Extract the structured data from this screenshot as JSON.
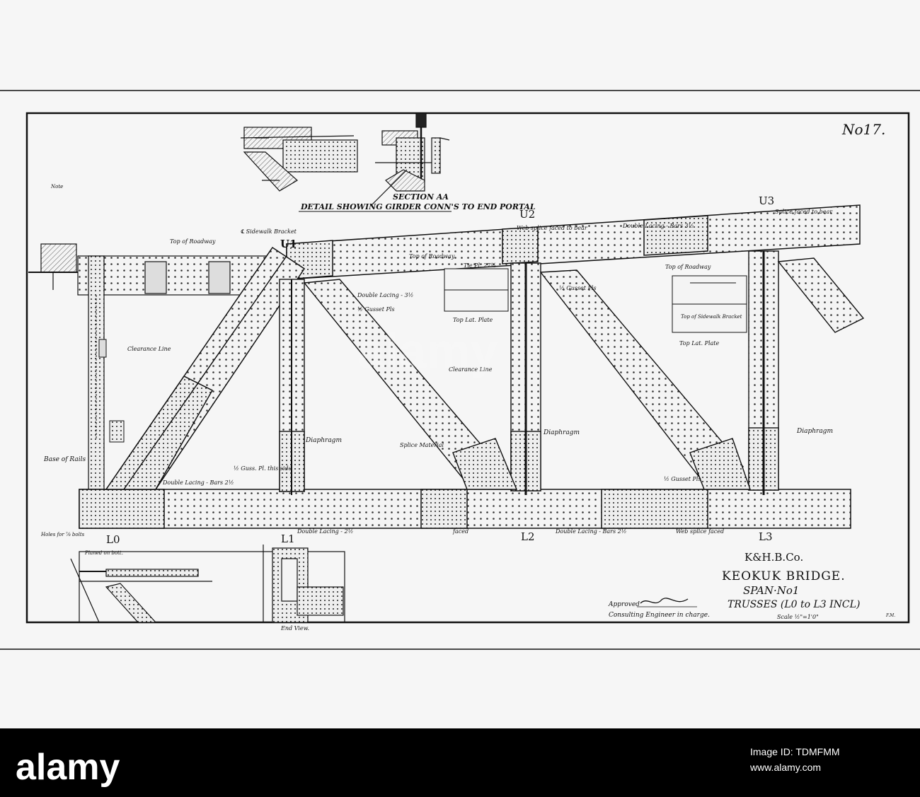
{
  "sheet": {
    "number": "No17.",
    "corner_initials": "F.M."
  },
  "title_block": {
    "company": "K&H.B.Co.",
    "bridge": "KEOKUK BRIDGE.",
    "span": "SPAN·No1",
    "trusses": "TRUSSES (L0 to L3 INCL)",
    "scale": "Scale ½\"=1'0\"",
    "approved": "Approved",
    "engineer": "Consulting Engineer in charge."
  },
  "detail": {
    "caption": "DETAIL SHOWING GIRDER CONN'S TO END PORTAL",
    "section": "SECTION AA"
  },
  "nodes": {
    "u1": "U1",
    "u2": "U2",
    "u3": "U3",
    "l0": "L0",
    "l1": "L1",
    "l2": "L2",
    "l3": "L3"
  },
  "annotations": {
    "note": "Note",
    "sidewalk_bracket": "℄ Sidewalk Bracket",
    "top_roadway": "Top of Roadway",
    "top_roadway_2": "Top of Roadway",
    "top_roadway_3": "Top of Roadway",
    "web_splice": "Web splice faced to bear",
    "splice_faced": "Splice faced to bear",
    "double_lacing_top": "Double Lacing - Bars 3½",
    "double_lacing_mid": "Double Lacing - 3½",
    "gusset_pls": "½ Gusset Pls",
    "gusset_pls_2": "½ Gusset Pls",
    "gusset_pls_3": "½ Gusset Pls",
    "top_lat_plate": "Top Lat. Plate",
    "top_lat_plate_2": "Top Lat. Plate",
    "top_sidewalk_bracket": "Top of Sidewalk Bracket",
    "clearance_line": "Clearance Line",
    "clearance_line_2": "Clearance Line",
    "base_of_rails": "Base of Rails",
    "diaphragm_1": "Diaphragm",
    "diaphragm_2": "Diaphragm",
    "diaphragm_3": "Diaphragm",
    "splice_material": "Splice Material",
    "gusset_this_side": "½ Guss. Pl. this side",
    "double_lacing_l0": "Double Lacing - Bars 2½",
    "double_lacing_l1": "Double Lacing - 2½",
    "double_lacing_l2": "Double Lacing - Bars 2½",
    "web_splice_faced": "Web splice faced",
    "faced": "faced",
    "holes": "Holes for ⅞ bolts",
    "planed": "Planed on bott.",
    "end_view": "End View.",
    "tie_pl": "Tie Pl. 27½"
  }
}
